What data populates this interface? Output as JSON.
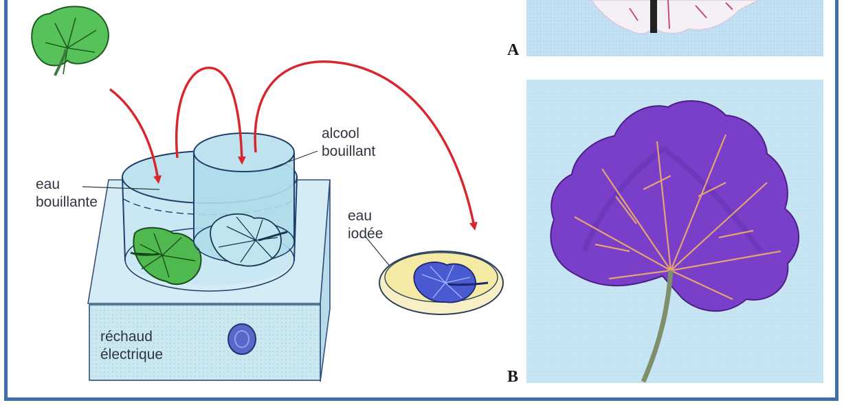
{
  "labels": {
    "eau_bouillante": [
      "eau",
      "bouillante"
    ],
    "alcool_bouillant": [
      "alcool",
      "bouillant"
    ],
    "eau_iodee": [
      "eau",
      "iodée"
    ],
    "rechaud_electrique": [
      "réchaud",
      "électrique"
    ]
  },
  "photo_labels": {
    "a": "A",
    "b": "B"
  },
  "colors": {
    "frame": "#3e6fa8",
    "arrow": "#d8262e",
    "water": "#bfe3ee",
    "leaf_green": "#58c25a",
    "iodine_leaf": "#4a5ad0",
    "iodine_solution": "#f4eaa3",
    "photo_background": "#cfe8f5",
    "stained_leaf": "#7a3fc8"
  },
  "icons": [
    "fresh-leaf-icon",
    "hotplate-knob-icon"
  ]
}
